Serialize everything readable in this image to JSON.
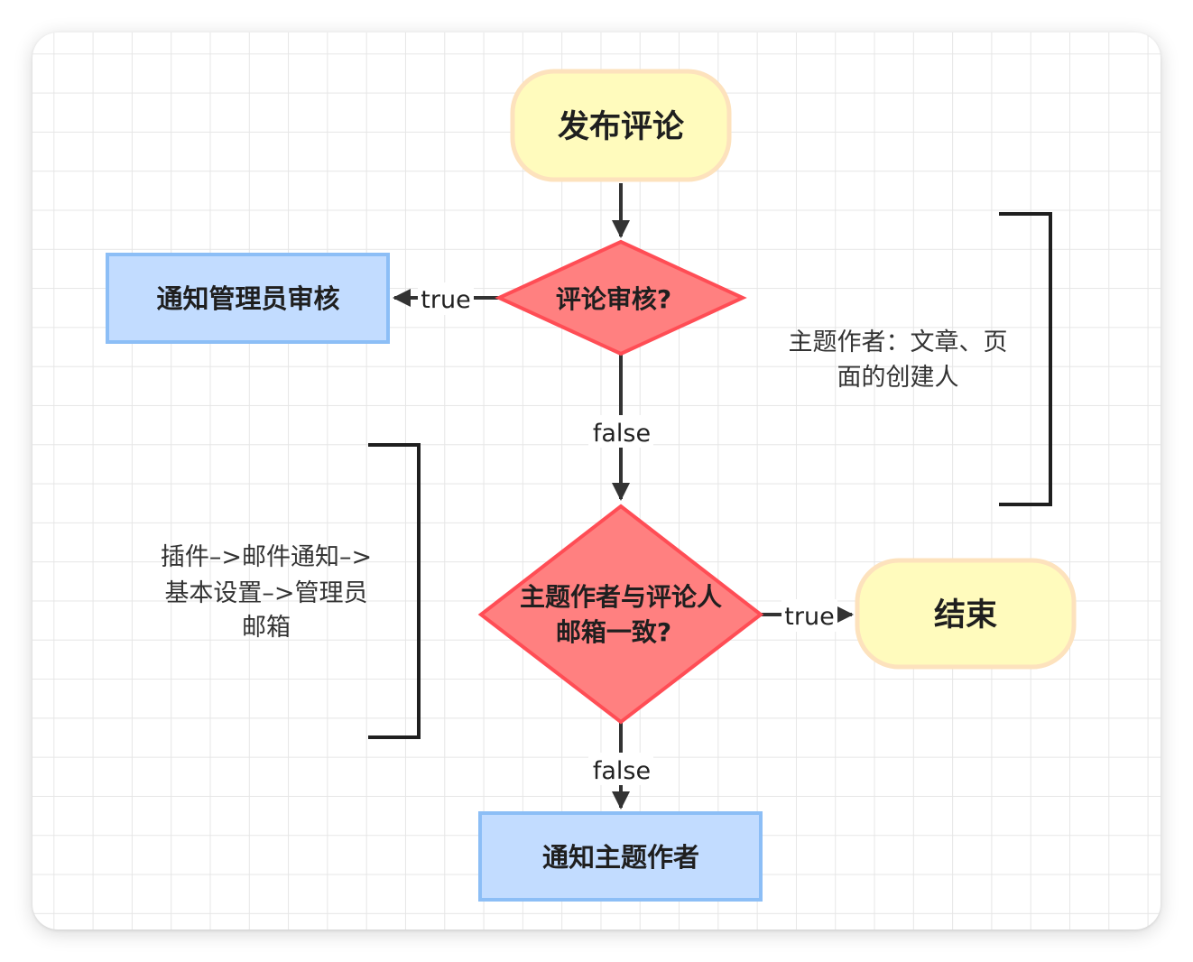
{
  "colors": {
    "terminal_fill": "#fffbbd",
    "terminal_stroke": "#fde2bd",
    "decision_fill": "#ff8080",
    "decision_stroke": "#ff4d55",
    "process_fill": "#c2dcff",
    "process_stroke": "#8cbef6",
    "edge": "#333333"
  },
  "nodes": {
    "start": {
      "label": "发布评论"
    },
    "review_decision": {
      "label": "评论审核?"
    },
    "notify_admin": {
      "label": "通知管理员审核"
    },
    "email_decision": {
      "line1": "主题作者与评论人",
      "line2": "邮箱一致?"
    },
    "end": {
      "label": "结束"
    },
    "notify_author": {
      "label": "通知主题作者"
    }
  },
  "edges": {
    "review_true": "true",
    "review_false": "false",
    "email_true": "true",
    "email_false": "false"
  },
  "notes": {
    "author_note": {
      "line1": "主题作者：文章、页",
      "line2": "面的创建人"
    },
    "plugin_note": {
      "line1": "插件–>邮件通知–>",
      "line2": "基本设置–>管理员",
      "line3": "邮箱"
    }
  }
}
